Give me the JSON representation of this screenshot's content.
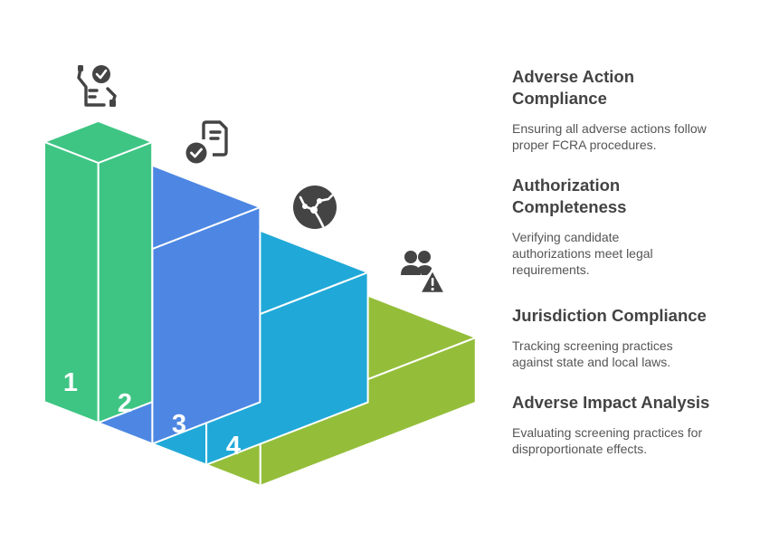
{
  "diagram": {
    "type": "isometric-staircase",
    "steps": [
      {
        "number": "1",
        "color": "#3EC583",
        "icon": "approval-checklist-icon",
        "title": "Adverse Action Compliance",
        "description": "Ensuring all adverse actions follow proper FCRA procedures."
      },
      {
        "number": "2",
        "color": "#4D87E3",
        "icon": "document-check-icon",
        "title": "Authorization Completeness",
        "description": "Verifying candidate authorizations meet legal requirements."
      },
      {
        "number": "3",
        "color": "#20A9D8",
        "icon": "globe-network-icon",
        "title": "Jurisdiction Compliance",
        "description": "Tracking screening practices against state and local laws."
      },
      {
        "number": "4",
        "color": "#94BE3A",
        "icon": "users-warning-icon",
        "title": "Adverse Impact Analysis",
        "description": "Evaluating screening practices for disproportionate effects."
      }
    ]
  }
}
